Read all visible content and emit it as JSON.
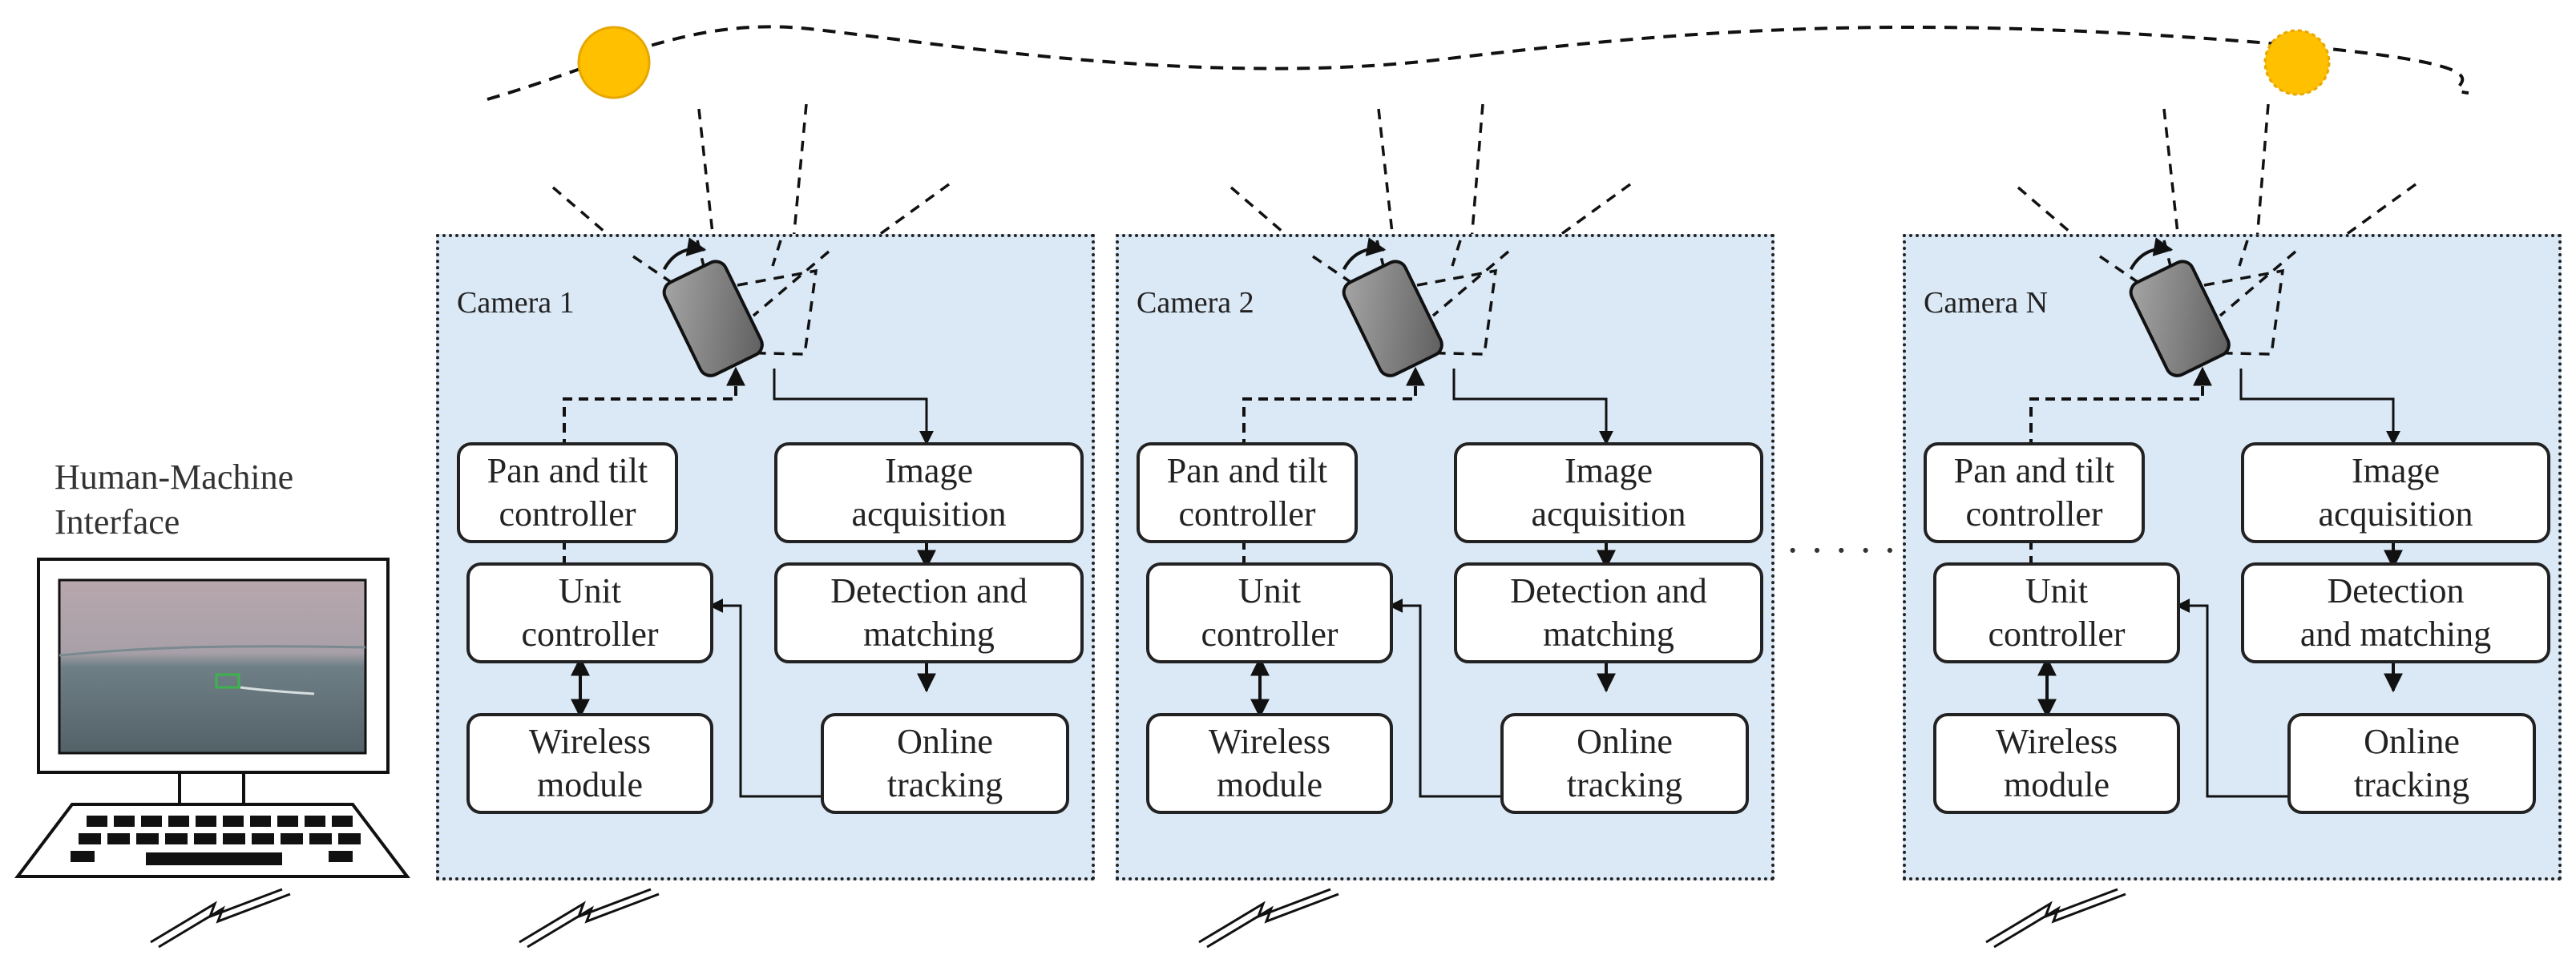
{
  "hmi": {
    "label": "Human-Machine\nInterface"
  },
  "cameras": [
    {
      "title": "Camera 1",
      "pan_tilt": "Pan and tilt\ncontroller",
      "image_acq": "Image\nacquisition",
      "unit": "Unit\ncontroller",
      "detect": "Detection and\nmatching",
      "wireless": "Wireless\nmodule",
      "tracking": "Online\ntracking"
    },
    {
      "title": "Camera 2",
      "pan_tilt": "Pan and tilt\ncontroller",
      "image_acq": "Image\nacquisition",
      "unit": "Unit\ncontroller",
      "detect": "Detection and\nmatching",
      "wireless": "Wireless\nmodule",
      "tracking": "Online\ntracking"
    },
    {
      "title": "Camera N",
      "pan_tilt": "Pan and tilt\ncontroller",
      "image_acq": "Image\nacquisition",
      "unit": "Unit\ncontroller",
      "detect": "Detection\nand matching",
      "wireless": "Wireless\nmodule",
      "tracking": "Online\ntracking"
    }
  ],
  "colors": {
    "panel_fill": "#dbe9f6",
    "sun": "#ffc000",
    "sun_outline": "#e6a800",
    "camera_body": "#8c8c8c",
    "screen_detection_box": "#3cb44b"
  }
}
